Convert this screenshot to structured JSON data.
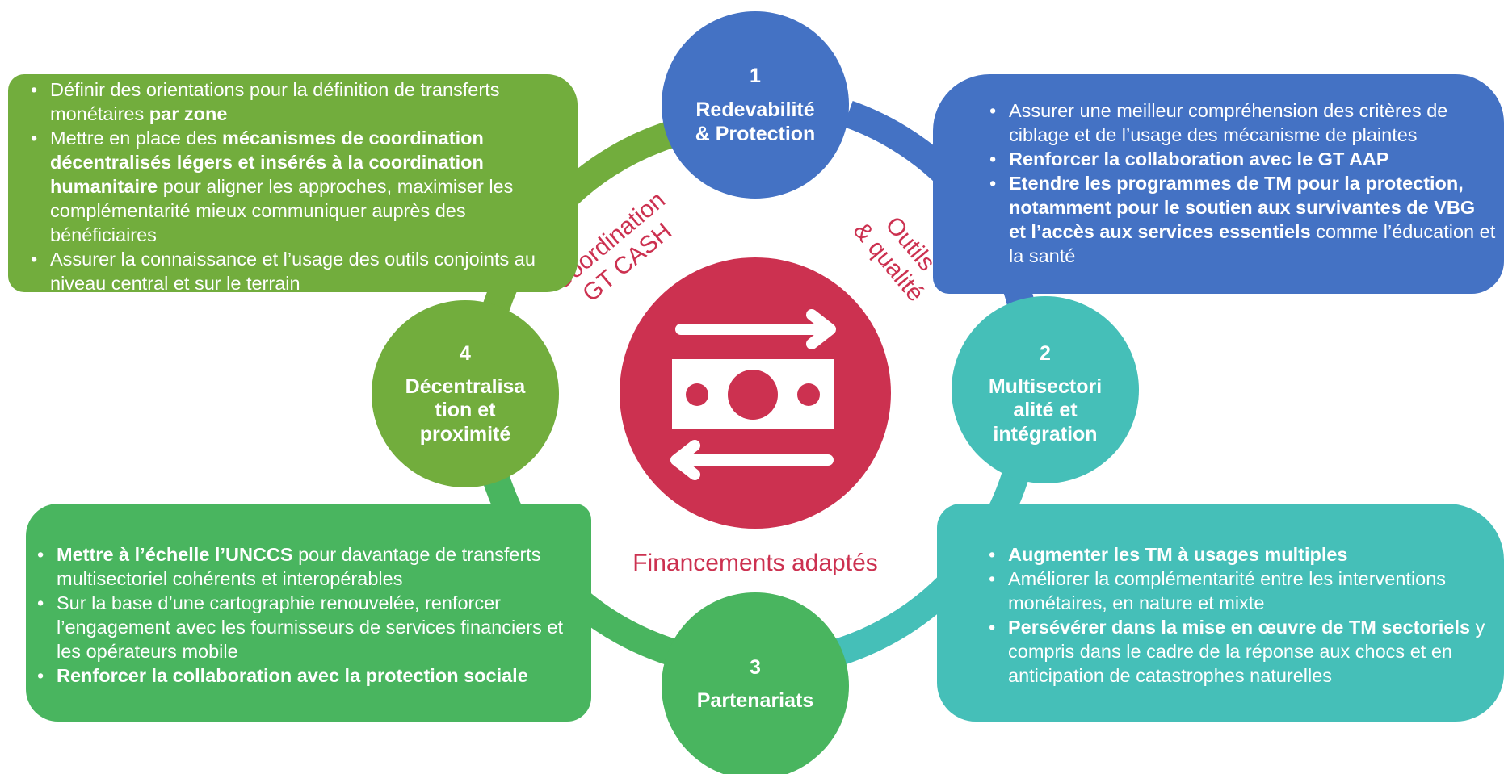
{
  "center": {
    "label": "Financements adaptés",
    "icon": "money-transfer-icon",
    "color": "#cc3150"
  },
  "arcs": {
    "left": {
      "line1": "Coordination",
      "line2": "GT CASH"
    },
    "right": {
      "line1": "Outils",
      "line2": "& qualité"
    }
  },
  "nodes": [
    {
      "number": "1",
      "title_lines": [
        "Redevabilité",
        "& Protection"
      ],
      "color": "#4472c4"
    },
    {
      "number": "2",
      "title_lines": [
        "Multisectori",
        "alité et",
        "intégration"
      ],
      "color": "#45bfb8"
    },
    {
      "number": "3",
      "title_lines": [
        "Partenariats"
      ],
      "color": "#49b55f"
    },
    {
      "number": "4",
      "title_lines": [
        "Décentralisa",
        "tion et",
        "proximité"
      ],
      "color": "#72ad3d"
    }
  ],
  "boxes": {
    "top_left": {
      "color": "#72ad3d",
      "items": [
        {
          "parts": [
            {
              "t": "Définir des orientations pour la définition de transferts monétaires "
            },
            {
              "t": "par zone",
              "b": true
            }
          ]
        },
        {
          "parts": [
            {
              "t": "Mettre en place des "
            },
            {
              "t": "mécanismes de coordination décentralisés légers et insérés à la coordination humanitaire",
              "b": true
            },
            {
              "t": " pour aligner les approches, maximiser les complémentarité mieux communiquer auprès des bénéficiaires"
            }
          ]
        },
        {
          "parts": [
            {
              "t": "Assurer la connaissance et l’usage des outils conjoints au niveau central et sur le terrain"
            }
          ]
        }
      ]
    },
    "top_right": {
      "color": "#4472c4",
      "items": [
        {
          "parts": [
            {
              "t": "Assurer une meilleur compréhension des critères de ciblage et de l’usage des mécanisme de plaintes"
            }
          ]
        },
        {
          "parts": [
            {
              "t": "Renforcer la collaboration avec le GT AAP",
              "b": true
            }
          ]
        },
        {
          "parts": [
            {
              "t": "Etendre les programmes de  TM pour la protection, notamment pour le soutien aux survivantes de VBG et l’accès aux services essentiels",
              "b": true
            },
            {
              "t": " comme l’éducation et la santé"
            }
          ]
        }
      ]
    },
    "bottom_left": {
      "color": "#49b55f",
      "items": [
        {
          "parts": [
            {
              "t": "Mettre à l’échelle l’UNCCS",
              "b": true
            },
            {
              "t": " pour davantage de transferts multisectoriel cohérents et interopérables"
            }
          ]
        },
        {
          "parts": [
            {
              "t": "Sur la base d’une cartographie renouvelée, renforcer l’engagement avec les fournisseurs de services financiers et les opérateurs mobile"
            }
          ]
        },
        {
          "parts": [
            {
              "t": "Renforcer la collaboration avec la protection sociale",
              "b": true
            }
          ]
        }
      ]
    },
    "bottom_right": {
      "color": "#45bfb8",
      "items": [
        {
          "parts": [
            {
              "t": "Augmenter les TM à usages multiples",
              "b": true
            }
          ]
        },
        {
          "parts": [
            {
              "t": "Améliorer la complémentarité entre les interventions monétaires, en nature et mixte"
            }
          ]
        },
        {
          "parts": [
            {
              "t": "Persévérer dans la mise en œuvre de TM sectoriels",
              "b": true
            },
            {
              "t": " y compris dans le cadre de la réponse aux chocs et en anticipation de catastrophes naturelles"
            }
          ]
        }
      ]
    }
  }
}
